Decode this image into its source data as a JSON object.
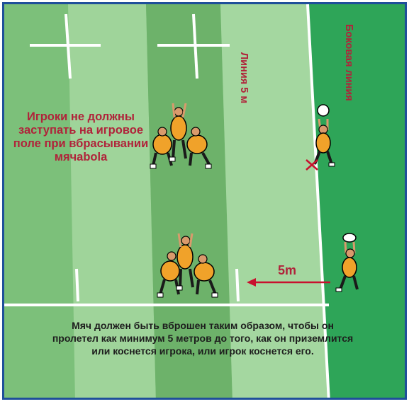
{
  "labels": {
    "instruction": "Игроки не должны заступать на игровое поле при вбрасывании мячаbola",
    "five_meter_line": "Линия 5 м",
    "touchline": "Боковая линия",
    "distance": "5m",
    "rule_note": "Мяч должен быть вброшен таким образом, чтобы он пролетел как минимум 5 метров до того, как он приземлится или коснется игрока, или игрок коснется его."
  },
  "colors": {
    "field_light": "#9fd49a",
    "field_mid": "#7cc07a",
    "field_dark": "#66ad66",
    "out_of_play": "#2ea558",
    "label_red": "#b0233a",
    "jersey": "#f0a22a",
    "border": "#1f4f9a"
  }
}
